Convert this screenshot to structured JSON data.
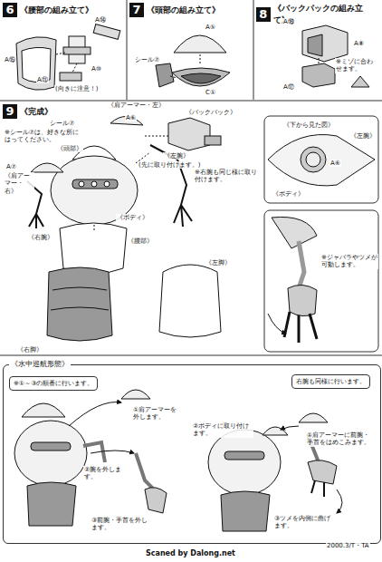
{
  "diagram": {
    "nodes": [
      {
        "text": [
          "6",
          "《腰部の組み立て》"
        ]
      },
      {
        "text": [
          "7",
          "《頭部の組み立て》"
        ]
      },
      {
        "text": [
          "8",
          "《バックパックの組み立て》"
        ]
      },
      {
        "text": [
          "9",
          "《完成》"
        ]
      },
      {
        "text": [
          "《水中巡航形態》"
        ]
      },
      {
        "text": [
          "※①～③の順番に行います。"
        ],
        "in": 4
      },
      {
        "text": [
          "右腕も同様に行います。"
        ],
        "in": 4
      }
    ],
    "labels": [
      "A⑭",
      "A⑮",
      "A⑩",
      "A⑪",
      "(向きに注意！)",
      "A⑤",
      "シール⑦",
      "C①",
      "A⑱",
      "A⑧",
      "A⑰",
      "※ミゾに合わせます。",
      "《肩アーマー・左》",
      "A⑥",
      "シール⑦",
      "※シール⑦は、好きな所にはってください。",
      "《頭部》",
      "A⑦",
      "《肩アーマー・右》",
      "《バックパック》",
      "《左腕》",
      "(先に取り付けます。)",
      "※右腕も同じ様に取り付けます。",
      "《ボディ》",
      "《腰部》",
      "《右腕》",
      "《左脚》",
      "《右脚》",
      "《下から見た図》",
      "A⑥",
      "《ボディ》",
      "《左腕》",
      "※ジャバラやツメが可動します。",
      "①肩アーマーを外します。",
      "②腕を外します。",
      "③前腕・手首を外します。",
      "②ボディに取り付けます。",
      "①肩アーマーに前腕・手首をはめこみます。",
      "③ツメを内側に曲げます。",
      "Scaned by Dalong.net",
      "2000.3/T・TA"
    ]
  }
}
